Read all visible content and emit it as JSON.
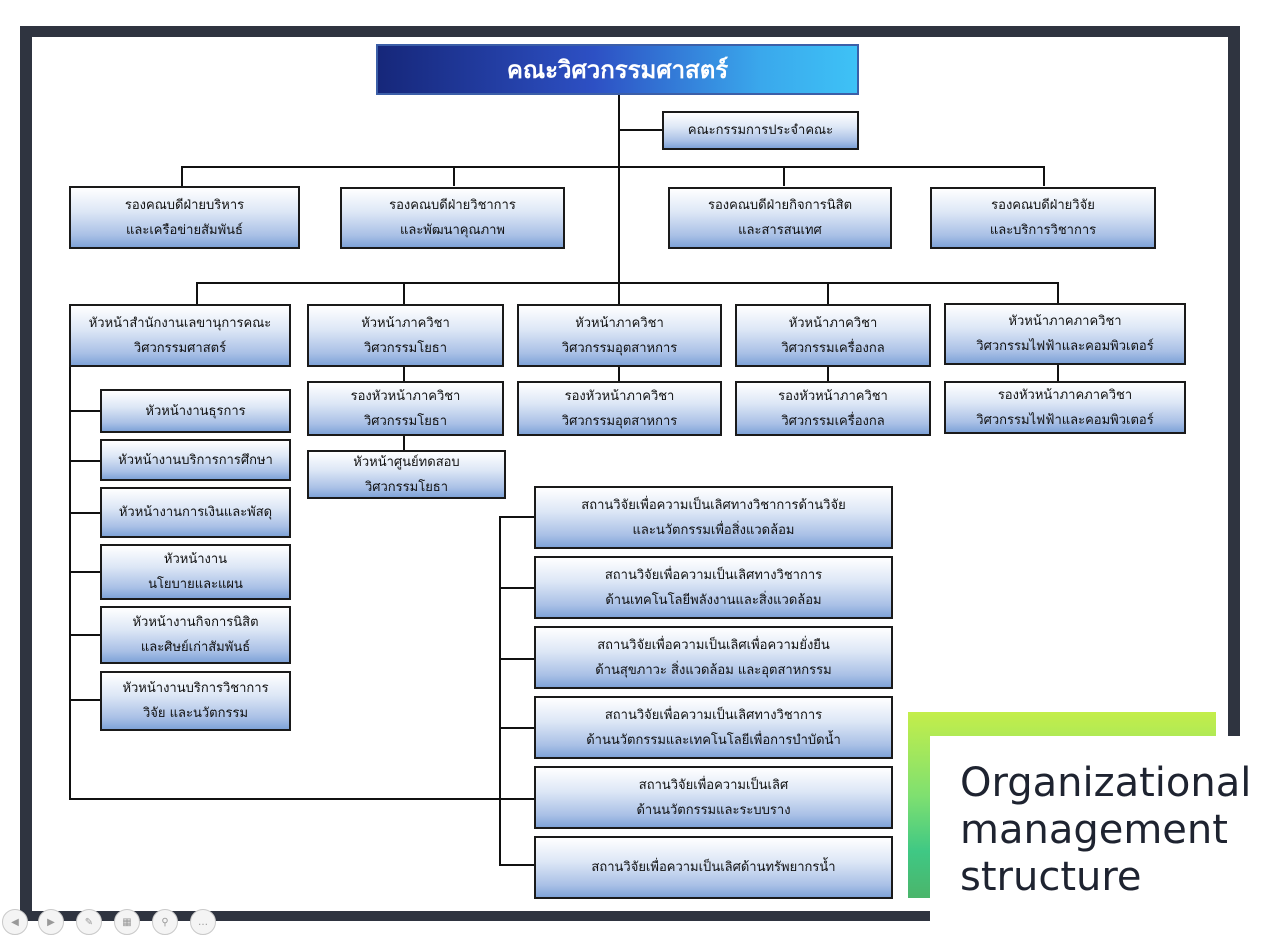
{
  "title": "คณะวิศวกรรมศาสตร์",
  "committee": "คณะกรรมการประจำคณะ",
  "deputy_deans": [
    [
      "รองคณบดีฝ่ายบริหาร",
      "และเครือข่ายสัมพันธ์"
    ],
    [
      "รองคณบดีฝ่ายวิชาการ",
      "และพัฒนาคุณภาพ"
    ],
    [
      "รองคณบดีฝ่ายกิจการนิสิต",
      "และสารสนเทศ"
    ],
    [
      "รองคณบดีฝ่ายวิจัย",
      "และบริการวิชาการ"
    ]
  ],
  "department_heads": [
    [
      "หัวหน้าสำนักงานเลขานุการคณะ",
      "วิศวกรรมศาสตร์"
    ],
    [
      "หัวหน้าภาควิชา",
      "วิศวกรรมโยธา"
    ],
    [
      "หัวหน้าภาควิชา",
      "วิศวกรรมอุตสาหการ"
    ],
    [
      "หัวหน้าภาควิชา",
      "วิศวกรรมเครื่องกล"
    ],
    [
      "หัวหน้าภาคภาควิชา",
      "วิศวกรรมไฟฟ้าและคอมพิวเตอร์"
    ]
  ],
  "deputy_department_heads": [
    [
      "รองหัวหน้าภาควิชา",
      "วิศวกรรมโยธา"
    ],
    [
      "รองหัวหน้าภาควิชา",
      "วิศวกรรมอุตสาหการ"
    ],
    [
      "รองหัวหน้าภาควิชา",
      "วิศวกรรมเครื่องกล"
    ],
    [
      "รองหัวหน้าภาคภาควิชา",
      "วิศวกรรมไฟฟ้าและคอมพิวเตอร์"
    ]
  ],
  "testing_center": [
    "หัวหน้าศูนย์ทดสอบ",
    "วิศวกรรมโยธา"
  ],
  "office_units": [
    [
      "หัวหน้างานธุรการ"
    ],
    [
      "หัวหน้างานบริการการศึกษา"
    ],
    [
      "หัวหน้างานการเงินและพัสดุ"
    ],
    [
      "หัวหน้างาน",
      "นโยบายและแผน"
    ],
    [
      "หัวหน้างานกิจการนิสิต",
      "และศิษย์เก่าสัมพันธ์"
    ],
    [
      "หัวหน้างานบริการวิชาการ",
      "วิจัย และนวัตกรรม"
    ]
  ],
  "research_centers": [
    [
      "สถานวิจัยเพื่อความเป็นเลิศทางวิชาการด้านวิจัย",
      "และนวัตกรรมเพื่อสิ่งแวดล้อม"
    ],
    [
      "สถานวิจัยเพื่อความเป็นเลิศทางวิชาการ",
      "ด้านเทคโนโลยีพลังงานและสิ่งแวดล้อม"
    ],
    [
      "สถานวิจัยเพื่อความเป็นเลิศเพื่อความยั่งยืน",
      "ด้านสุขภาวะ สิ่งแวดล้อม และอุตสาหกรรม"
    ],
    [
      "สถานวิจัยเพื่อความเป็นเลิศทางวิชาการ",
      "ด้านนวัตกรรมและเทคโนโลยีเพื่อการบำบัดน้ำ"
    ],
    [
      "สถานวิจัยเพื่อความเป็นเลิศ",
      "ด้านนวัตกรรมและระบบราง"
    ],
    [
      "สถานวิจัยเพื่อความเป็นเลิศด้านทรัพยากรน้ำ"
    ]
  ],
  "caption": [
    "Organizational",
    "management",
    "structure"
  ],
  "colors": {
    "frame": "#2f3440",
    "title_gradient_start": "#16277a",
    "title_gradient_end": "#3ec2f6",
    "box_gradient_bottom": "#7fa3d8",
    "accent_start": "#c4ee4a",
    "accent_end": "#4bb56b"
  }
}
